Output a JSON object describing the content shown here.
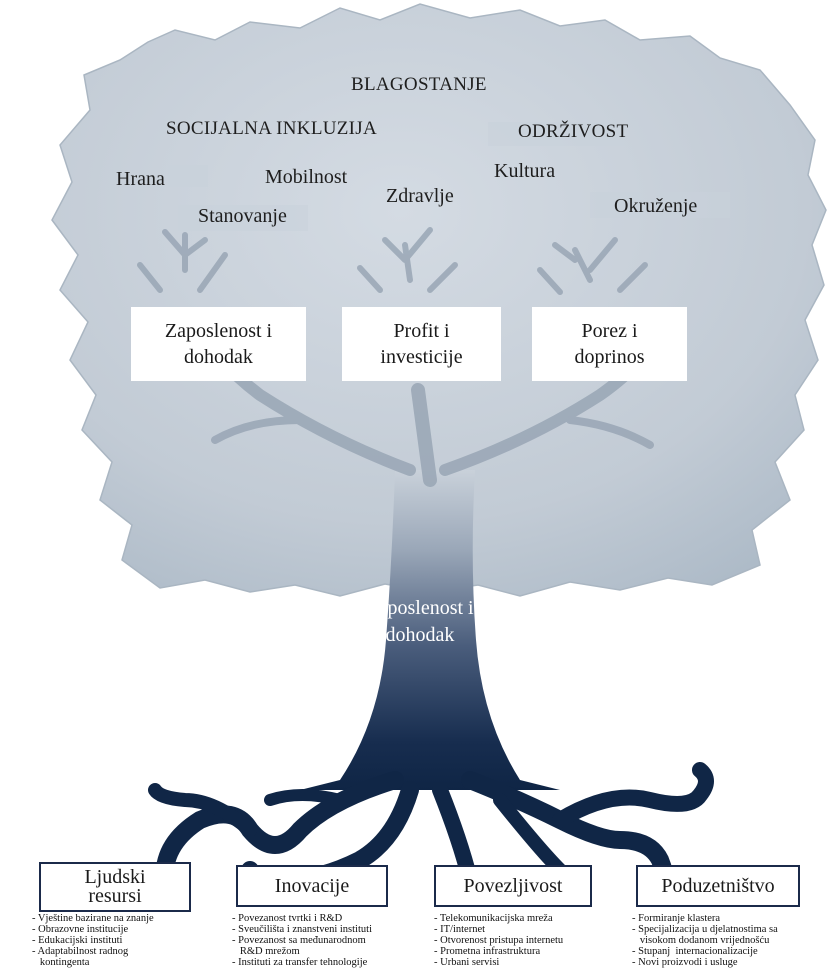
{
  "canopy": {
    "blagostanje": "BLAGOSTANJE",
    "socijalna": "SOCIJALNA INKLUZIJA",
    "odrzivost": "ODRŽIVOST",
    "hrana": "Hrana",
    "mobilnost": "Mobilnost",
    "stanovanje": "Stanovanje",
    "zdravlje": "Zdravlje",
    "kultura": "Kultura",
    "okruzenje": "Okruženje"
  },
  "branch_boxes": [
    {
      "line1": "Zaposlenost i",
      "line2": "dohodak"
    },
    {
      "line1": "Profit i",
      "line2": "investicije"
    },
    {
      "line1": "Porez i",
      "line2": "doprinos"
    }
  ],
  "trunk": {
    "line1": "Zaposlenost i",
    "line2": "dohodak"
  },
  "pillars": [
    {
      "title_line1": "Ljudski",
      "title_line2": "resursi",
      "items": [
        "- Vještine bazirane na znanje",
        "- Obrazovne institucije",
        "- Edukacijski instituti",
        "- Adaptabilnost radnog",
        "   kontingenta"
      ]
    },
    {
      "title_line1": "Inovacije",
      "title_line2": "",
      "items": [
        "- Povezanost tvrtki i R&D",
        "- Sveučilišta i znanstveni instituti",
        "- Povezanost sa međunarodnom",
        "   R&D mrežom",
        "- Instituti za transfer tehnologije"
      ]
    },
    {
      "title_line1": "Povezljivost",
      "title_line2": "",
      "items": [
        "- Telekomunikacijska mreža",
        "- IT/internet",
        "- Otvorenost pristupa internetu",
        "- Prometna infrastruktura",
        "- Urbani servisi"
      ]
    },
    {
      "title_line1": "Poduzetništvo",
      "title_line2": "",
      "items": [
        "- Formiranje klastera",
        "- Specijalizacija u djelatnostima sa",
        "   visokom dodanom vrijednošću",
        "- Stupanj  internacionalizacije",
        "- Novi proizvodi i usluge"
      ]
    }
  ],
  "colors": {
    "canopy_fill": "#c3ccd6",
    "canopy_edge": "#aab6c2",
    "trunk_top": "#c9d1da",
    "trunk_bottom": "#0f2545",
    "roots": "#102646",
    "pillar_border": "#1b2a4a"
  }
}
